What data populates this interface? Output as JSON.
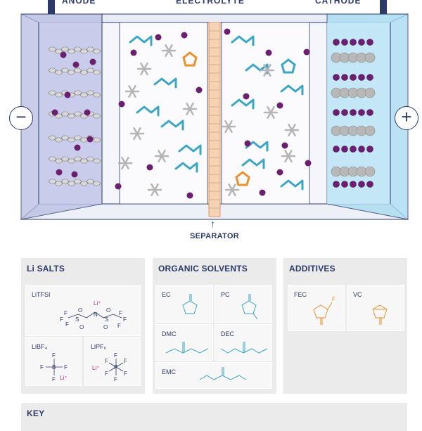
{
  "battery": {
    "anode_label": "ANODE",
    "electrolyte_label": "ELECTROLYTE",
    "cathode_label": "CATHODE",
    "negative_terminal": "−",
    "positive_terminal": "+",
    "separator_label": "SEPARATOR",
    "separator_arrow": "↑"
  },
  "panels": {
    "li_salts": {
      "title": "Li SALTS",
      "items": [
        {
          "label": "LiTFSI",
          "ion": "Li⁺"
        },
        {
          "label": "LiBF₄",
          "ion": "Li⁺"
        },
        {
          "label": "LiPF₆",
          "ion": "Li⁺"
        }
      ]
    },
    "organic_solvents": {
      "title": "ORGANIC SOLVENTS",
      "items": [
        {
          "label": "EC"
        },
        {
          "label": "PC"
        },
        {
          "label": "DMC"
        },
        {
          "label": "DEC"
        },
        {
          "label": "EMC"
        }
      ]
    },
    "additives": {
      "title": "ADDITIVES",
      "items": [
        {
          "label": "FEC"
        },
        {
          "label": "VC"
        }
      ]
    },
    "key": {
      "title": "KEY"
    }
  },
  "chem": {
    "F": "F",
    "S": "S",
    "O": "O",
    "N": "N",
    "B": "B",
    "P": "P"
  },
  "colors": {
    "navy": "#2b3a67",
    "lithium": "#6b1f6e",
    "solvent": "#3aa6c6",
    "additive": "#e8912d",
    "separator": "#f7d3b5",
    "anode": "#b7bde3",
    "cathode": "#a9dcf2"
  }
}
